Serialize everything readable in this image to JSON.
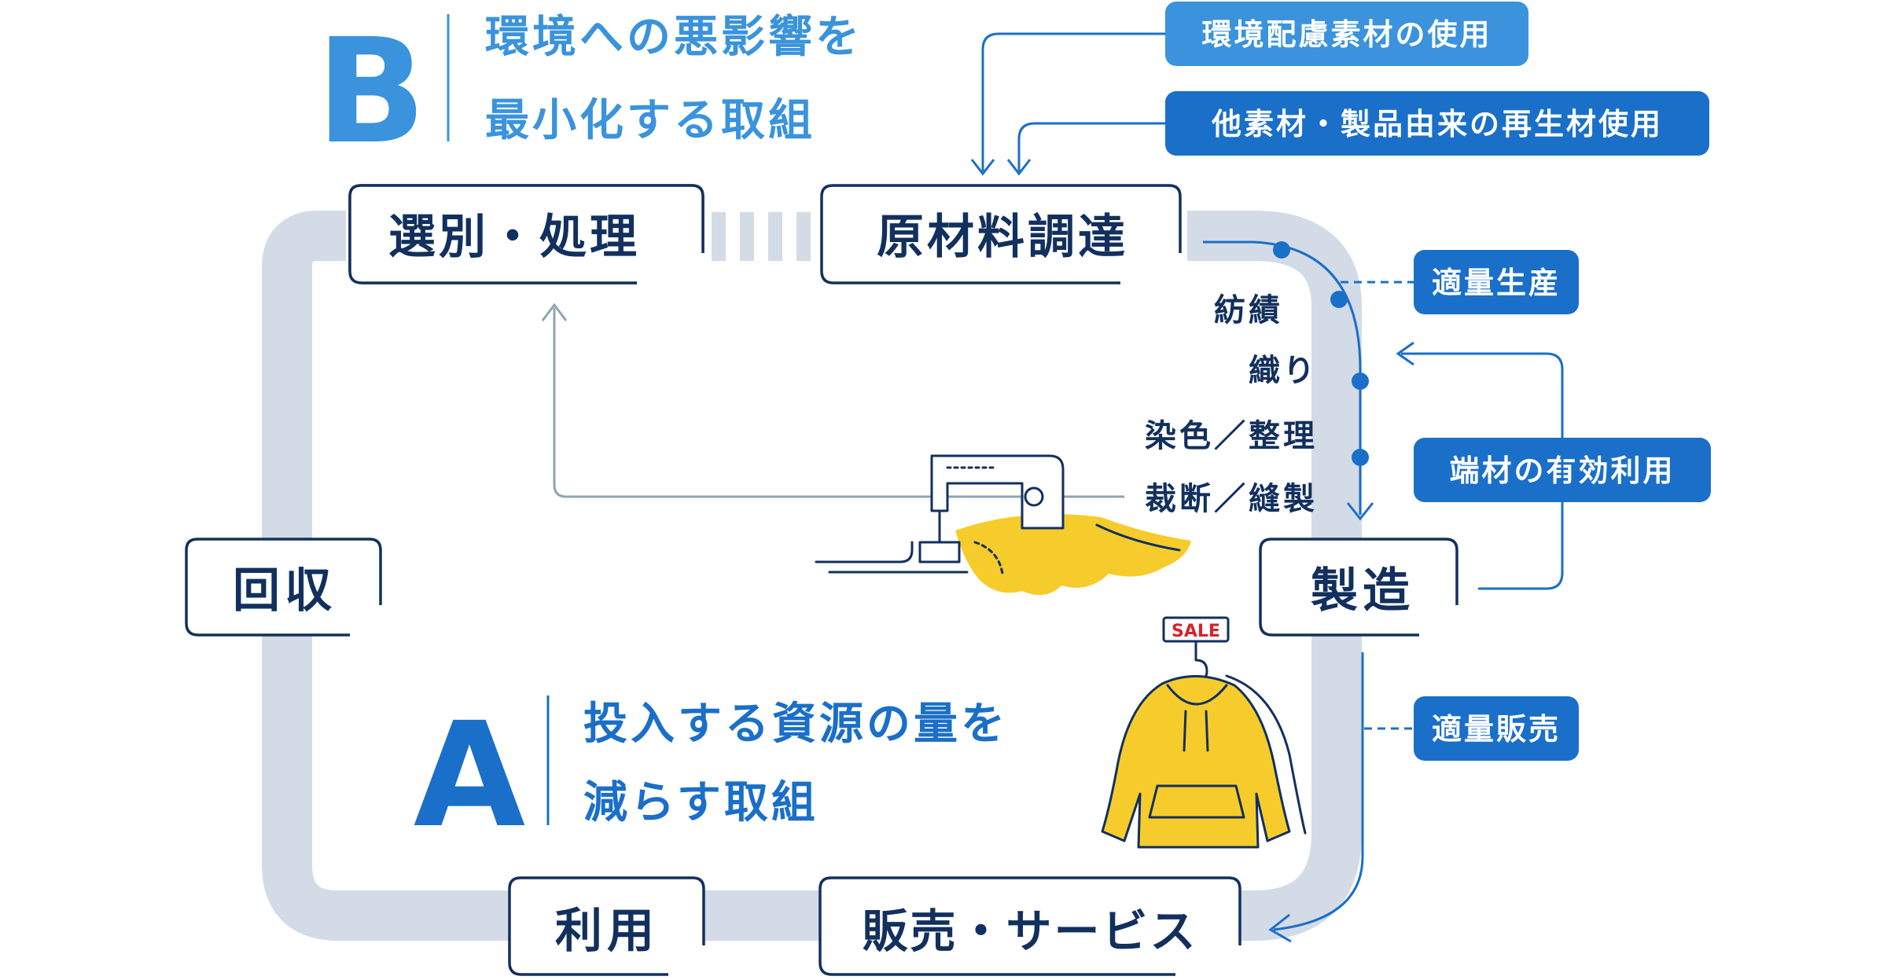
{
  "section_b": {
    "letter": "B",
    "title_line1": "環境への悪影響を",
    "title_line2": "最小化する取組"
  },
  "section_a": {
    "letter": "A",
    "title_line1": "投入する資源の量を",
    "title_line2": "減らす取組"
  },
  "stages": {
    "sorting": "選別・処理",
    "procurement": "原材料調達",
    "collection": "回収",
    "manufacturing": "製造",
    "use": "利用",
    "sales": "販売・サービス"
  },
  "process_steps": [
    "紡績",
    "織り",
    "染色／整理",
    "裁断／縫製"
  ],
  "tags": {
    "eco_materials": "環境配慮素材の使用",
    "recycled_materials": "他素材・製品由来の再生材使用",
    "right_production": "適量生産",
    "offcut_use": "端材の有効利用",
    "right_sales": "適量販売"
  },
  "sale_tag": "SALE",
  "colors": {
    "navy": "#12305e",
    "blue": "#1a6fc9",
    "light_blue": "#3a93dc",
    "loop_gray": "#d3dbe6",
    "arrow_gray": "#8fa3b3",
    "yellow": "#f6cc2c"
  }
}
